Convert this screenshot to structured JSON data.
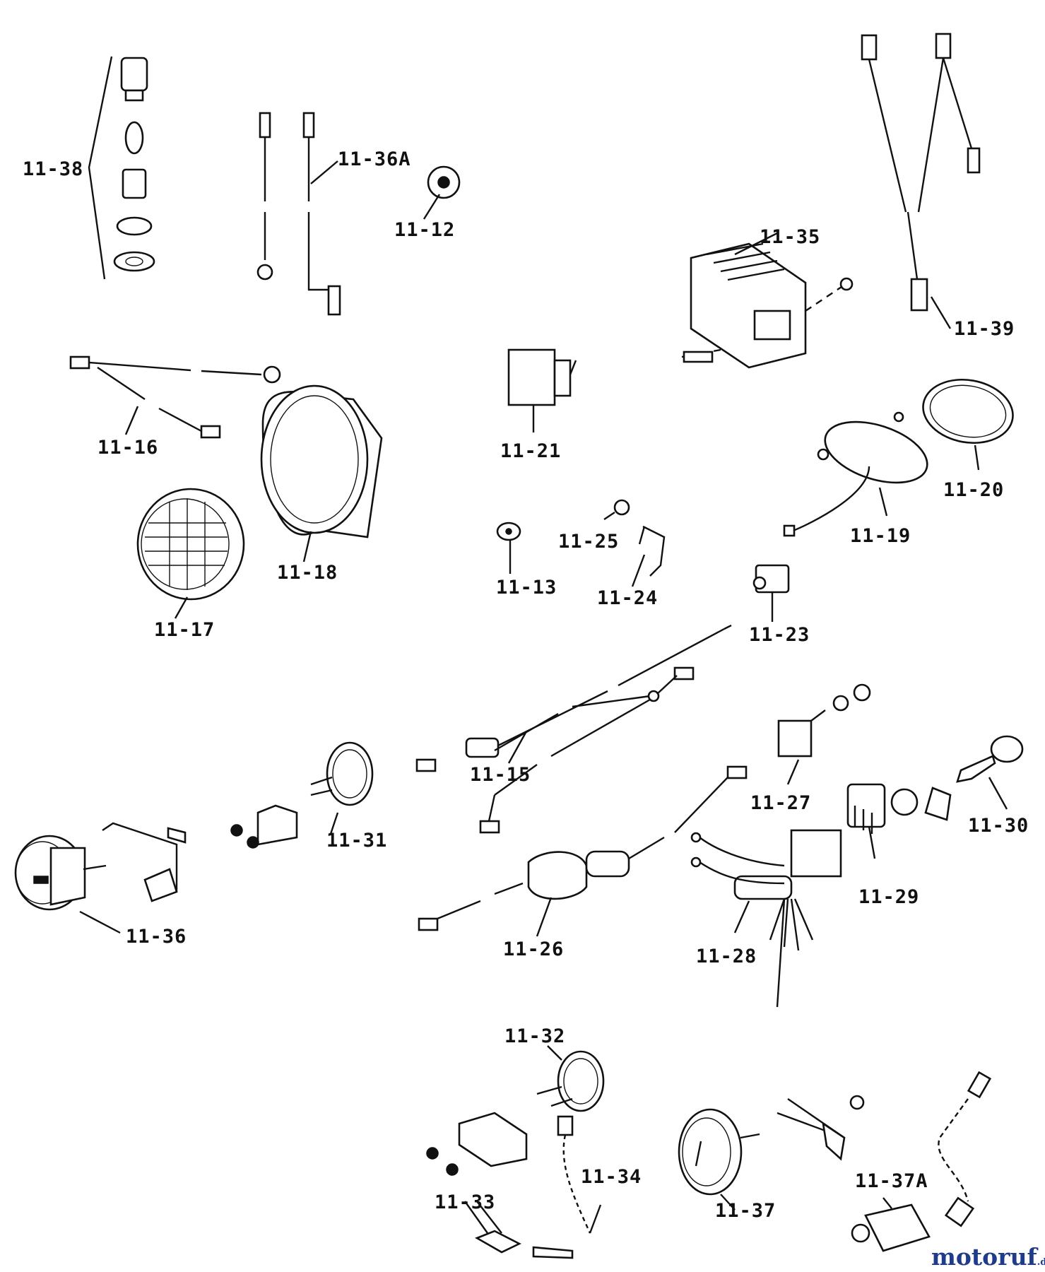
{
  "parts": [
    "11-38",
    "11-36A",
    "11-12",
    "11-35",
    "11-39",
    "11-16",
    "11-21",
    "11-18",
    "11-17",
    "11-20",
    "11-19",
    "11-25",
    "11-13",
    "11-24",
    "11-23",
    "11-15",
    "11-27",
    "11-30",
    "11-31",
    "11-29",
    "11-36",
    "11-26",
    "11-28",
    "11-32",
    "11-34",
    "11-33",
    "11-37",
    "11-37A"
  ],
  "watermark": {
    "text": "motoruf",
    "suffix": ".de",
    "color": "#1f3c8a"
  }
}
